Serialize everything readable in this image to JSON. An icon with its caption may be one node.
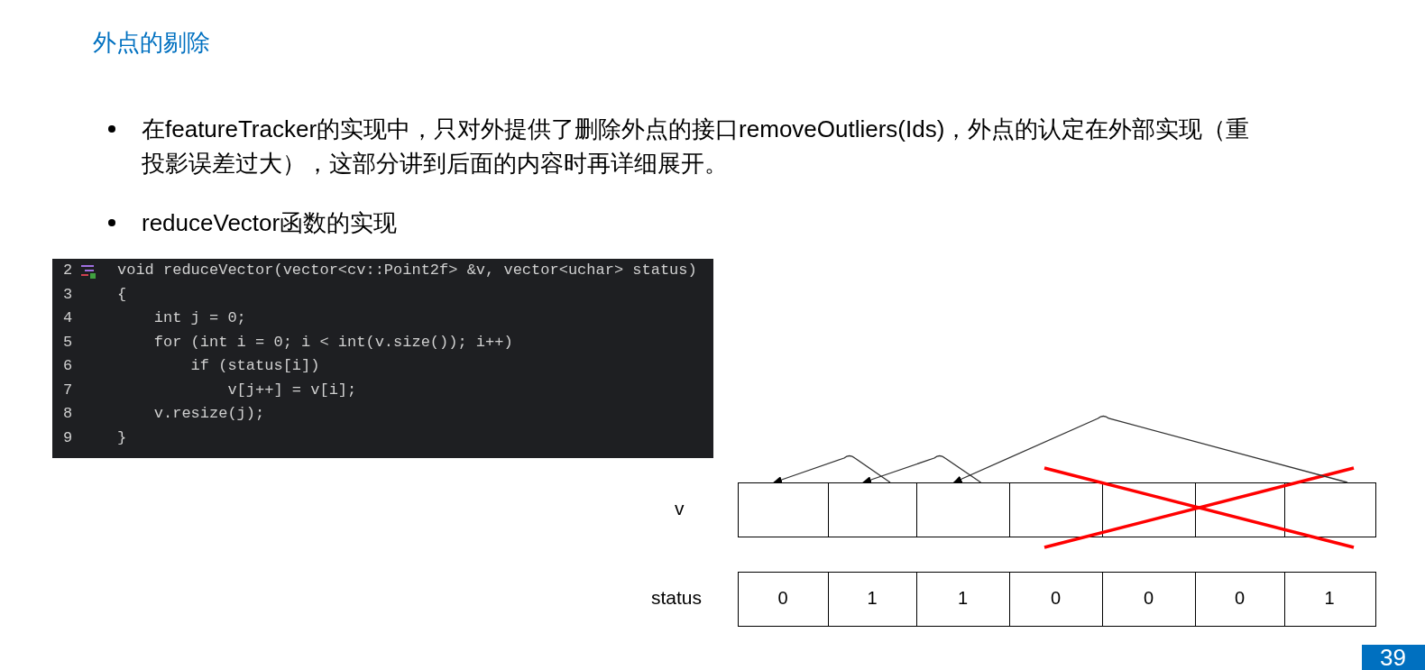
{
  "diagram": {
    "title": "外点的剔除",
    "nodes": [
      {
        "text": [],
        "shape": "box"
      },
      {
        "text": [],
        "shape": "box"
      },
      {
        "text": [],
        "shape": "box"
      },
      {
        "text": [],
        "shape": "box"
      },
      {
        "text": [],
        "shape": "box"
      },
      {
        "text": [],
        "shape": "box"
      },
      {
        "text": [],
        "shape": "box"
      }
    ],
    "edges": [
      {
        "from": 1,
        "to": 0,
        "arrow": "to"
      },
      {
        "from": 2,
        "to": 1,
        "arrow": "to"
      },
      {
        "from": 6,
        "to": 2,
        "arrow": "to"
      }
    ],
    "labels": [
      "在featureTracker的实现中，只对外提供了删除外点的接口removeOutliers(Ids)，外点的认定在外部实现（重投影误差过大），这部分讲到后面的内容时再详细展开。",
      "reduceVector函数的实现",
      "2",
      "void reduceVector(vector<cv::Point2f> &v, vector<uchar> status)",
      "3",
      "{",
      "4",
      "    int j = 0;",
      "5",
      "    for (int i = 0; i < int(v.size()); i++)",
      "6",
      "        if (status[i])",
      "7",
      "            v[j++] = v[i];",
      "8",
      "    v.resize(j);",
      "9",
      "}",
      "v",
      "status",
      "0",
      "1",
      "1",
      "0",
      "0",
      "0",
      "1",
      "39"
    ]
  }
}
